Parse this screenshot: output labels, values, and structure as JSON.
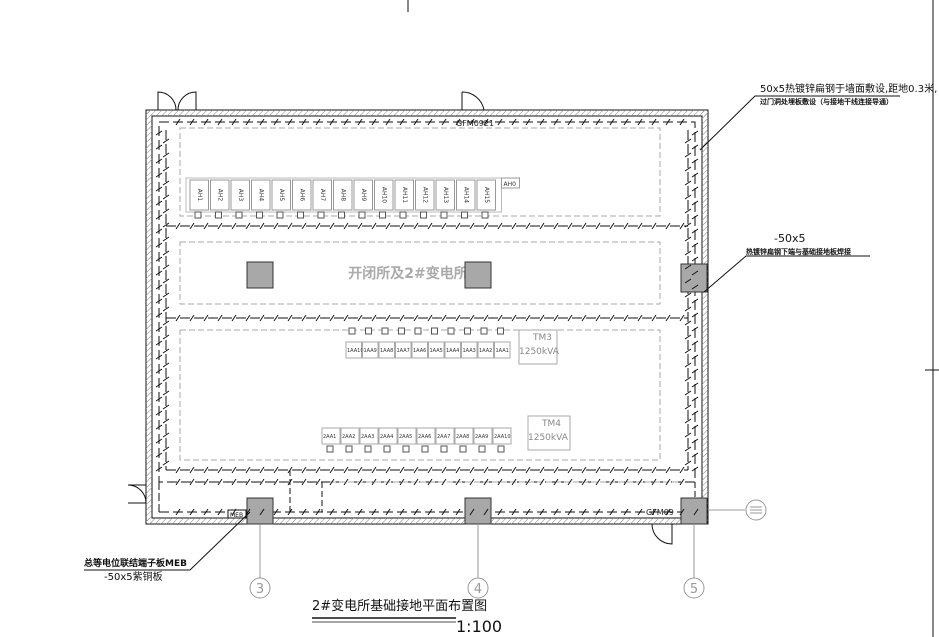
{
  "title": "2#变电所基础接地平面布置图",
  "scale": "1:100",
  "room_label": "开闭所及2#变电所",
  "door_label_top": "GFM0921",
  "door_label_bottom_right": "GFM09",
  "annotations": {
    "top_right_line1": "50x5热镀锌扁钢于墙面敷设,距地0.3米,",
    "top_right_line2": "过门洞处埋板敷设（与接地干线连接导通）",
    "mid_right_line1": "-50x5",
    "mid_right_line2": "热镀锌扁钢下端与基础接地板焊接",
    "bottom_left_line1": "总等电位联结端子板MEB",
    "bottom_left_line2": "-50x5紫铜板",
    "meb_tag": "MEB"
  },
  "axes": [
    "3",
    "4",
    "5"
  ],
  "cabinets_top": [
    "AH1",
    "AH2",
    "AH3",
    "AH4",
    "AH5",
    "AH6",
    "AH7",
    "AH8",
    "AH9",
    "AH10",
    "AH11",
    "AH12",
    "AH13",
    "AH14",
    "AH15"
  ],
  "cabinet_top_extra": "AH0",
  "cabinets_mid": [
    "1AA10",
    "1AA9",
    "1AA8",
    "1AA7",
    "1AA6",
    "1AA5",
    "1AA4",
    "1AA3",
    "1AA2",
    "1AA1"
  ],
  "cabinets_low": [
    "2AA1",
    "2AA2",
    "2AA3",
    "2AA4",
    "2AA5",
    "2AA6",
    "2AA7",
    "2AA8",
    "2AA9",
    "2AA10"
  ],
  "transformers": [
    {
      "name": "TM3",
      "rating": "1250kVA"
    },
    {
      "name": "TM4",
      "rating": "1250kVA"
    }
  ],
  "colors": {
    "line": "#111111",
    "dim": "#9a9a9a",
    "fill": "#a8a8a8"
  }
}
